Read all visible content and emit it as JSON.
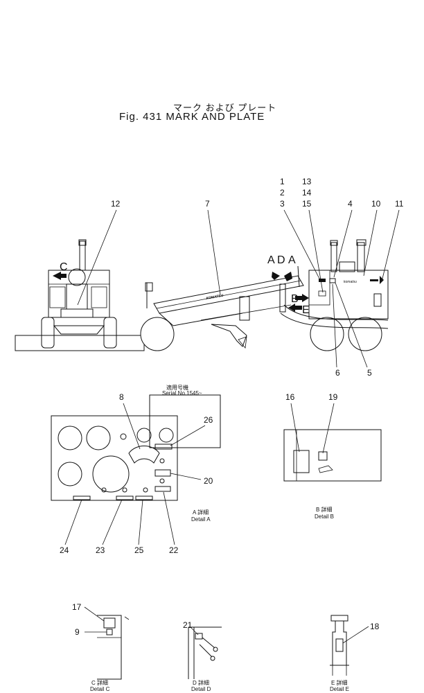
{
  "figure": {
    "title_jp": "マーク および プレート",
    "title_en": "Fig. 431  MARK AND PLATE"
  },
  "callouts": [
    "1",
    "2",
    "3",
    "4",
    "5",
    "6",
    "7",
    "8",
    "9",
    "10",
    "11",
    "12",
    "13",
    "14",
    "15",
    "16",
    "17",
    "18",
    "19",
    "20",
    "21",
    "22",
    "23",
    "24",
    "25",
    "26"
  ],
  "view_letters": [
    "A",
    "B",
    "C",
    "D",
    "E"
  ],
  "decal": "KOMATSU",
  "serial_note": {
    "jp": "適用号機",
    "en": "Serial No.1545~"
  },
  "details": {
    "A": {
      "jp": "A 詳細",
      "en": "Detail A"
    },
    "B": {
      "jp": "B 詳細",
      "en": "Detail B"
    },
    "C": {
      "jp": "C 詳細",
      "en": "Detail C"
    },
    "D": {
      "jp": "D 詳細",
      "en": "Detail D"
    },
    "E": {
      "jp": "E 詳細",
      "en": "Detail E"
    }
  }
}
